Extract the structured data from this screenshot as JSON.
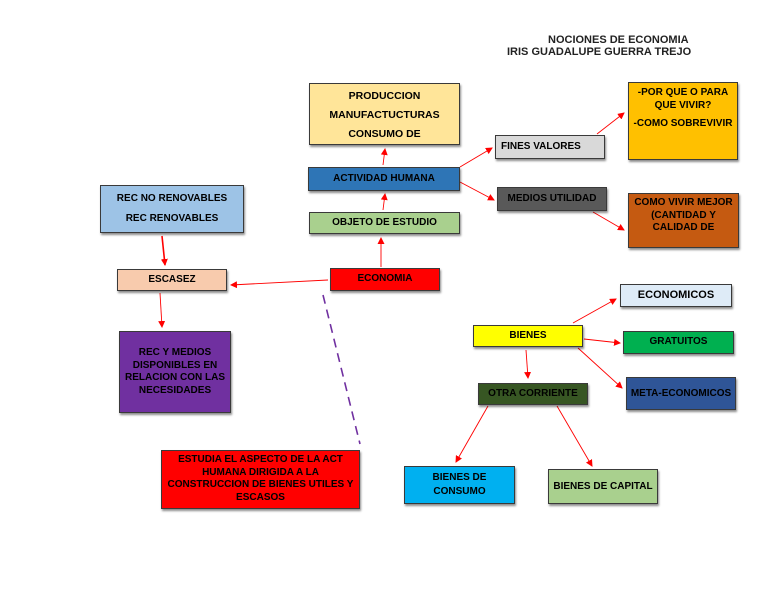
{
  "header": {
    "line1": "NOCIONES DE ECONOMIA",
    "line2": "IRIS GUADALUPE GUERRA TREJO"
  },
  "nodes": {
    "produccion": [
      "PRODUCCION",
      "MANUFACTUCTURAS",
      "CONSUMO DE"
    ],
    "actividad": "ACTIVIDAD  HUMANA",
    "objeto": "OBJETO DE ESTUDIO",
    "economia": "ECONOMIA",
    "fines": "FINES VALORES",
    "medios": "MEDIOS UTILIDAD",
    "porque": [
      "-POR QUE O PARA QUE VIVIR?",
      "-COMO SOBREVIVIR"
    ],
    "comovivir": "COMO VIVIR MEJOR (CANTIDAD Y CALIDAD DE",
    "rec": [
      "REC NO RENOVABLES",
      "REC RENOVABLES"
    ],
    "escasez": "ESCASEZ",
    "recmedios": "REC Y MEDIOS DISPONIBLES EN RELACION CON LAS NECESIDADES",
    "estudia": "ESTUDIA EL ASPECTO DE LA ACT HUMANA DIRIGIDA A LA CONSTRUCCION DE BIENES UTILES Y ESCASOS",
    "economicos": "ECONOMICOS",
    "bienes": "BIENES",
    "gratuitos": "GRATUITOS",
    "otra": "OTRA CORRIENTE",
    "meta": "META-ECONOMICOS",
    "consumo": "BIENES DE CONSUMO",
    "capital": "BIENES DE CAPITAL"
  },
  "colors": {
    "produccion": "#ffe599",
    "actividad": "#2e75b6",
    "objeto": "#a9d08e",
    "economia": "#ff0000",
    "fines": "#d9d9d9",
    "medios": "#595959",
    "porque": "#ffc000",
    "comovivir": "#c55a11",
    "rec": "#9dc3e6",
    "escasez": "#f8cbad",
    "recmedios": "#7030a0",
    "estudia": "#ff0000",
    "economicos": "#deebf7",
    "bienes": "#ffff00",
    "gratuitos": "#00b050",
    "otra": "#375623",
    "meta": "#2f5597",
    "consumo": "#00b0f0",
    "capital": "#a9d08e",
    "arrow": "#ff0000",
    "dashed": "#7030a0"
  }
}
